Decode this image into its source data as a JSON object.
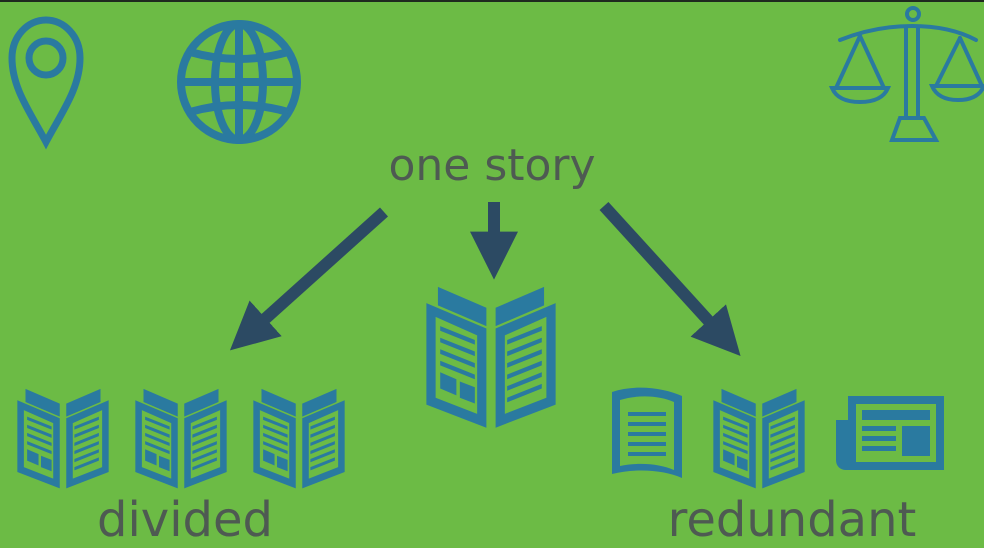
{
  "diagram": {
    "title": "one story",
    "left_label": "divided",
    "right_label": "redundant"
  },
  "colors": {
    "background": "#6cbb45",
    "icon_blue": "#2a7aa0",
    "arrow": "#2c4a63",
    "text": "#4e5a52"
  },
  "icons": [
    "location-pin-icon",
    "globe-icon",
    "scales-of-justice-icon",
    "open-book-icon",
    "newspaper-icon",
    "magazine-icon"
  ]
}
